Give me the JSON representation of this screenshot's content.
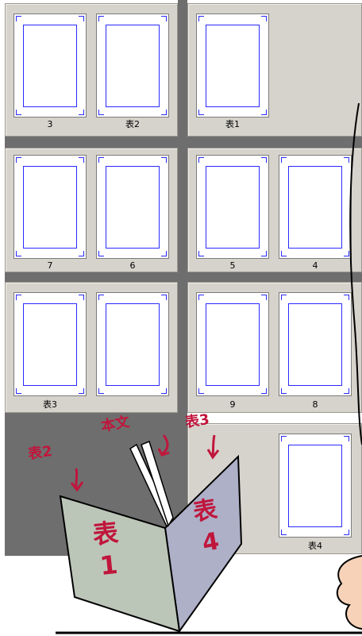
{
  "spreads": [
    {
      "id": "s1",
      "pages": [
        {
          "label": "3"
        },
        {
          "label": "表2"
        }
      ]
    },
    {
      "id": "s2",
      "pages": [
        {
          "label": "表1"
        }
      ]
    },
    {
      "id": "s3",
      "pages": [
        {
          "label": "7"
        },
        {
          "label": "6"
        }
      ]
    },
    {
      "id": "s4",
      "pages": [
        {
          "label": "5"
        },
        {
          "label": "4"
        }
      ]
    },
    {
      "id": "s5",
      "pages": [
        {
          "label": "表3"
        },
        {
          "label": ""
        }
      ]
    },
    {
      "id": "s6",
      "pages": [
        {
          "label": "9"
        },
        {
          "label": "8"
        }
      ]
    },
    {
      "id": "s7",
      "pages": [
        {
          "label": "表4"
        }
      ]
    }
  ],
  "annotations": {
    "hyo2": "表2",
    "honbun": "本文",
    "hyo3": "表3",
    "cover_front": "表\n1",
    "cover_back": "表\n4"
  },
  "colors": {
    "workspace": "#6e6e6e",
    "panel": "#d6d3cc",
    "frame": "#2a2aff",
    "ink": "#c0163c",
    "book_front": "#bcc6b8",
    "book_back": "#aeb0c8"
  }
}
